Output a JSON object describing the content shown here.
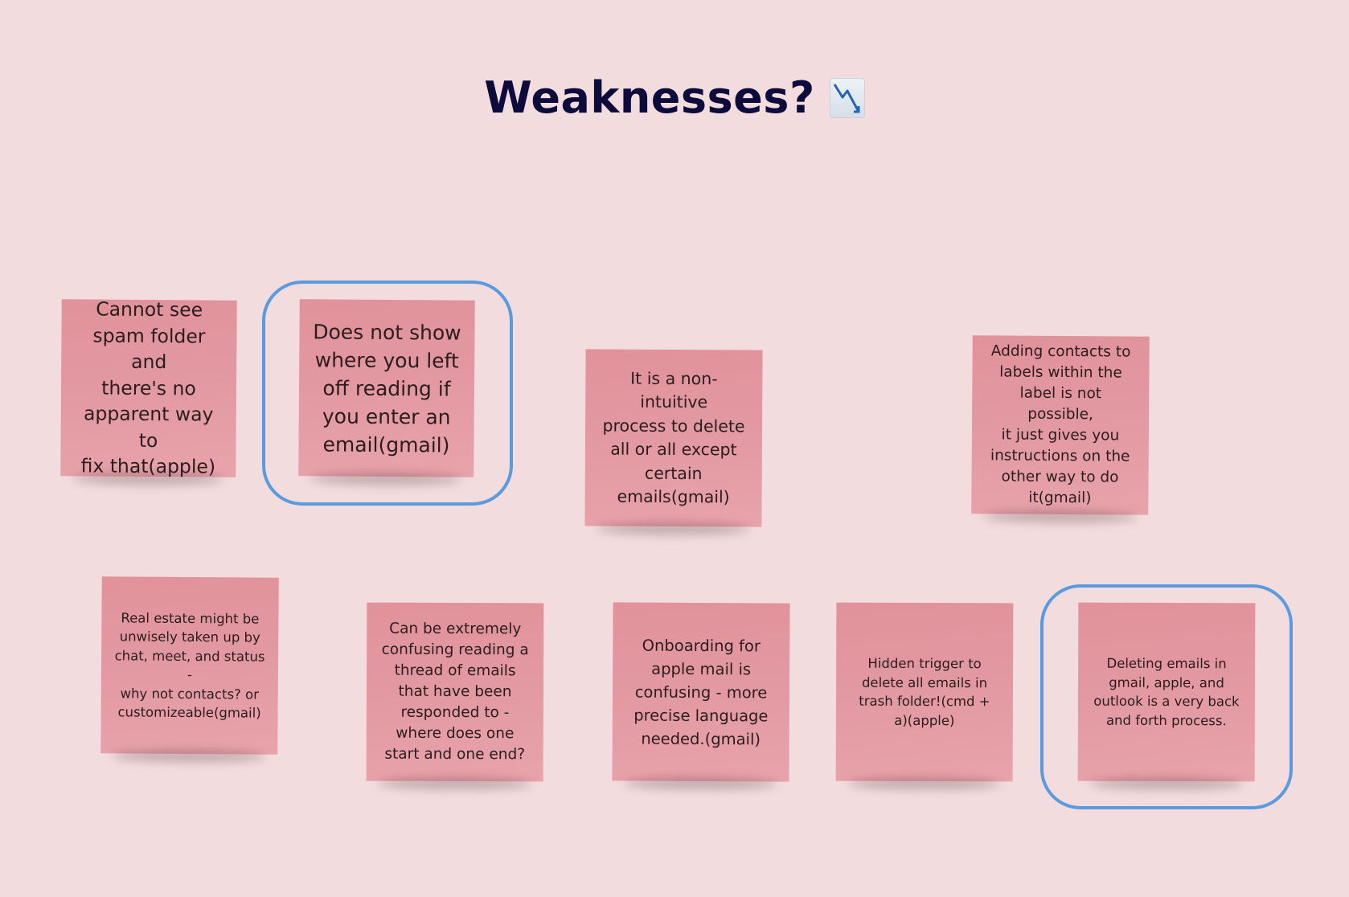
{
  "board": {
    "title": "Weaknesses?",
    "title_icon": "chart-decreasing-icon",
    "accent_color": "#5a9be0",
    "note_color": "#e39aa3",
    "background_color": "#f3dcde"
  },
  "notes": [
    {
      "id": "spam-folder",
      "text": "Cannot see\nspam folder and\nthere's no\napparent way to\nfix that(apple)",
      "highlighted": false
    },
    {
      "id": "reading-position",
      "text": "Does not show\nwhere you left\noff reading if\nyou enter an\nemail(gmail)",
      "highlighted": true
    },
    {
      "id": "delete-all",
      "text": "It is a non-intuitive\nprocess to delete\nall or all except\ncertain\nemails(gmail)",
      "highlighted": false
    },
    {
      "id": "contacts-labels",
      "text": "Adding contacts to\nlabels within the\nlabel is not possible,\nit just gives you\ninstructions on the\nother way to do\nit(gmail)",
      "highlighted": false
    },
    {
      "id": "real-estate",
      "text": "Real estate might be\nunwisely taken up by\nchat, meet, and status -\nwhy not contacts? or\ncustomizeable(gmail)",
      "highlighted": false
    },
    {
      "id": "thread-confusing",
      "text": "Can be extremely\nconfusing reading a\nthread of emails\nthat have been\nresponded to -\nwhere does one\nstart and one end?",
      "highlighted": false
    },
    {
      "id": "onboarding",
      "text": "Onboarding for\napple mail is\nconfusing - more\nprecise language\nneeded.(gmail)",
      "highlighted": false
    },
    {
      "id": "hidden-trigger",
      "text": "Hidden trigger to\ndelete all emails in\ntrash folder!(cmd +\na)(apple)",
      "highlighted": false
    },
    {
      "id": "deleting-back-forth",
      "text": "Deleting emails in\ngmail, apple, and\noutlook is a very back\nand forth process.",
      "highlighted": true
    }
  ]
}
